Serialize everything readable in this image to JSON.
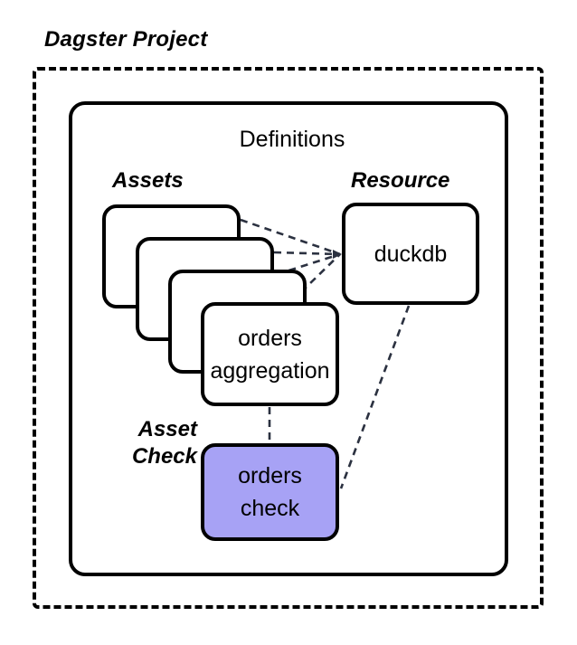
{
  "diagram": {
    "title": "Dagster Project",
    "container": {
      "label": "Definitions"
    },
    "groups": [
      {
        "id": "assets",
        "label": "Assets"
      },
      {
        "id": "resource",
        "label": "Resource"
      },
      {
        "id": "asset-check",
        "label_line1": "Asset",
        "label_line2": "Check"
      }
    ],
    "nodes": {
      "asset_stack": {
        "count": 4,
        "front_label_line1": "orders",
        "front_label_line2": "aggregation"
      },
      "resource": {
        "label": "duckdb"
      },
      "asset_check": {
        "label_line1": "orders",
        "label_line2": "check"
      }
    },
    "colors": {
      "stroke": "#000000",
      "background": "#ffffff",
      "asset_check_fill": "#a7a2f5",
      "connector": "#2b3140"
    },
    "edges": [
      {
        "from": "asset-card-1",
        "to": "duckdb",
        "style": "dashed"
      },
      {
        "from": "asset-card-2",
        "to": "duckdb",
        "style": "dashed"
      },
      {
        "from": "asset-card-3",
        "to": "duckdb",
        "style": "dashed"
      },
      {
        "from": "orders-aggregation",
        "to": "duckdb",
        "style": "dashed"
      },
      {
        "from": "orders-aggregation",
        "to": "orders-check",
        "style": "dashed"
      },
      {
        "from": "duckdb",
        "to": "orders-check",
        "style": "dashed"
      }
    ]
  }
}
